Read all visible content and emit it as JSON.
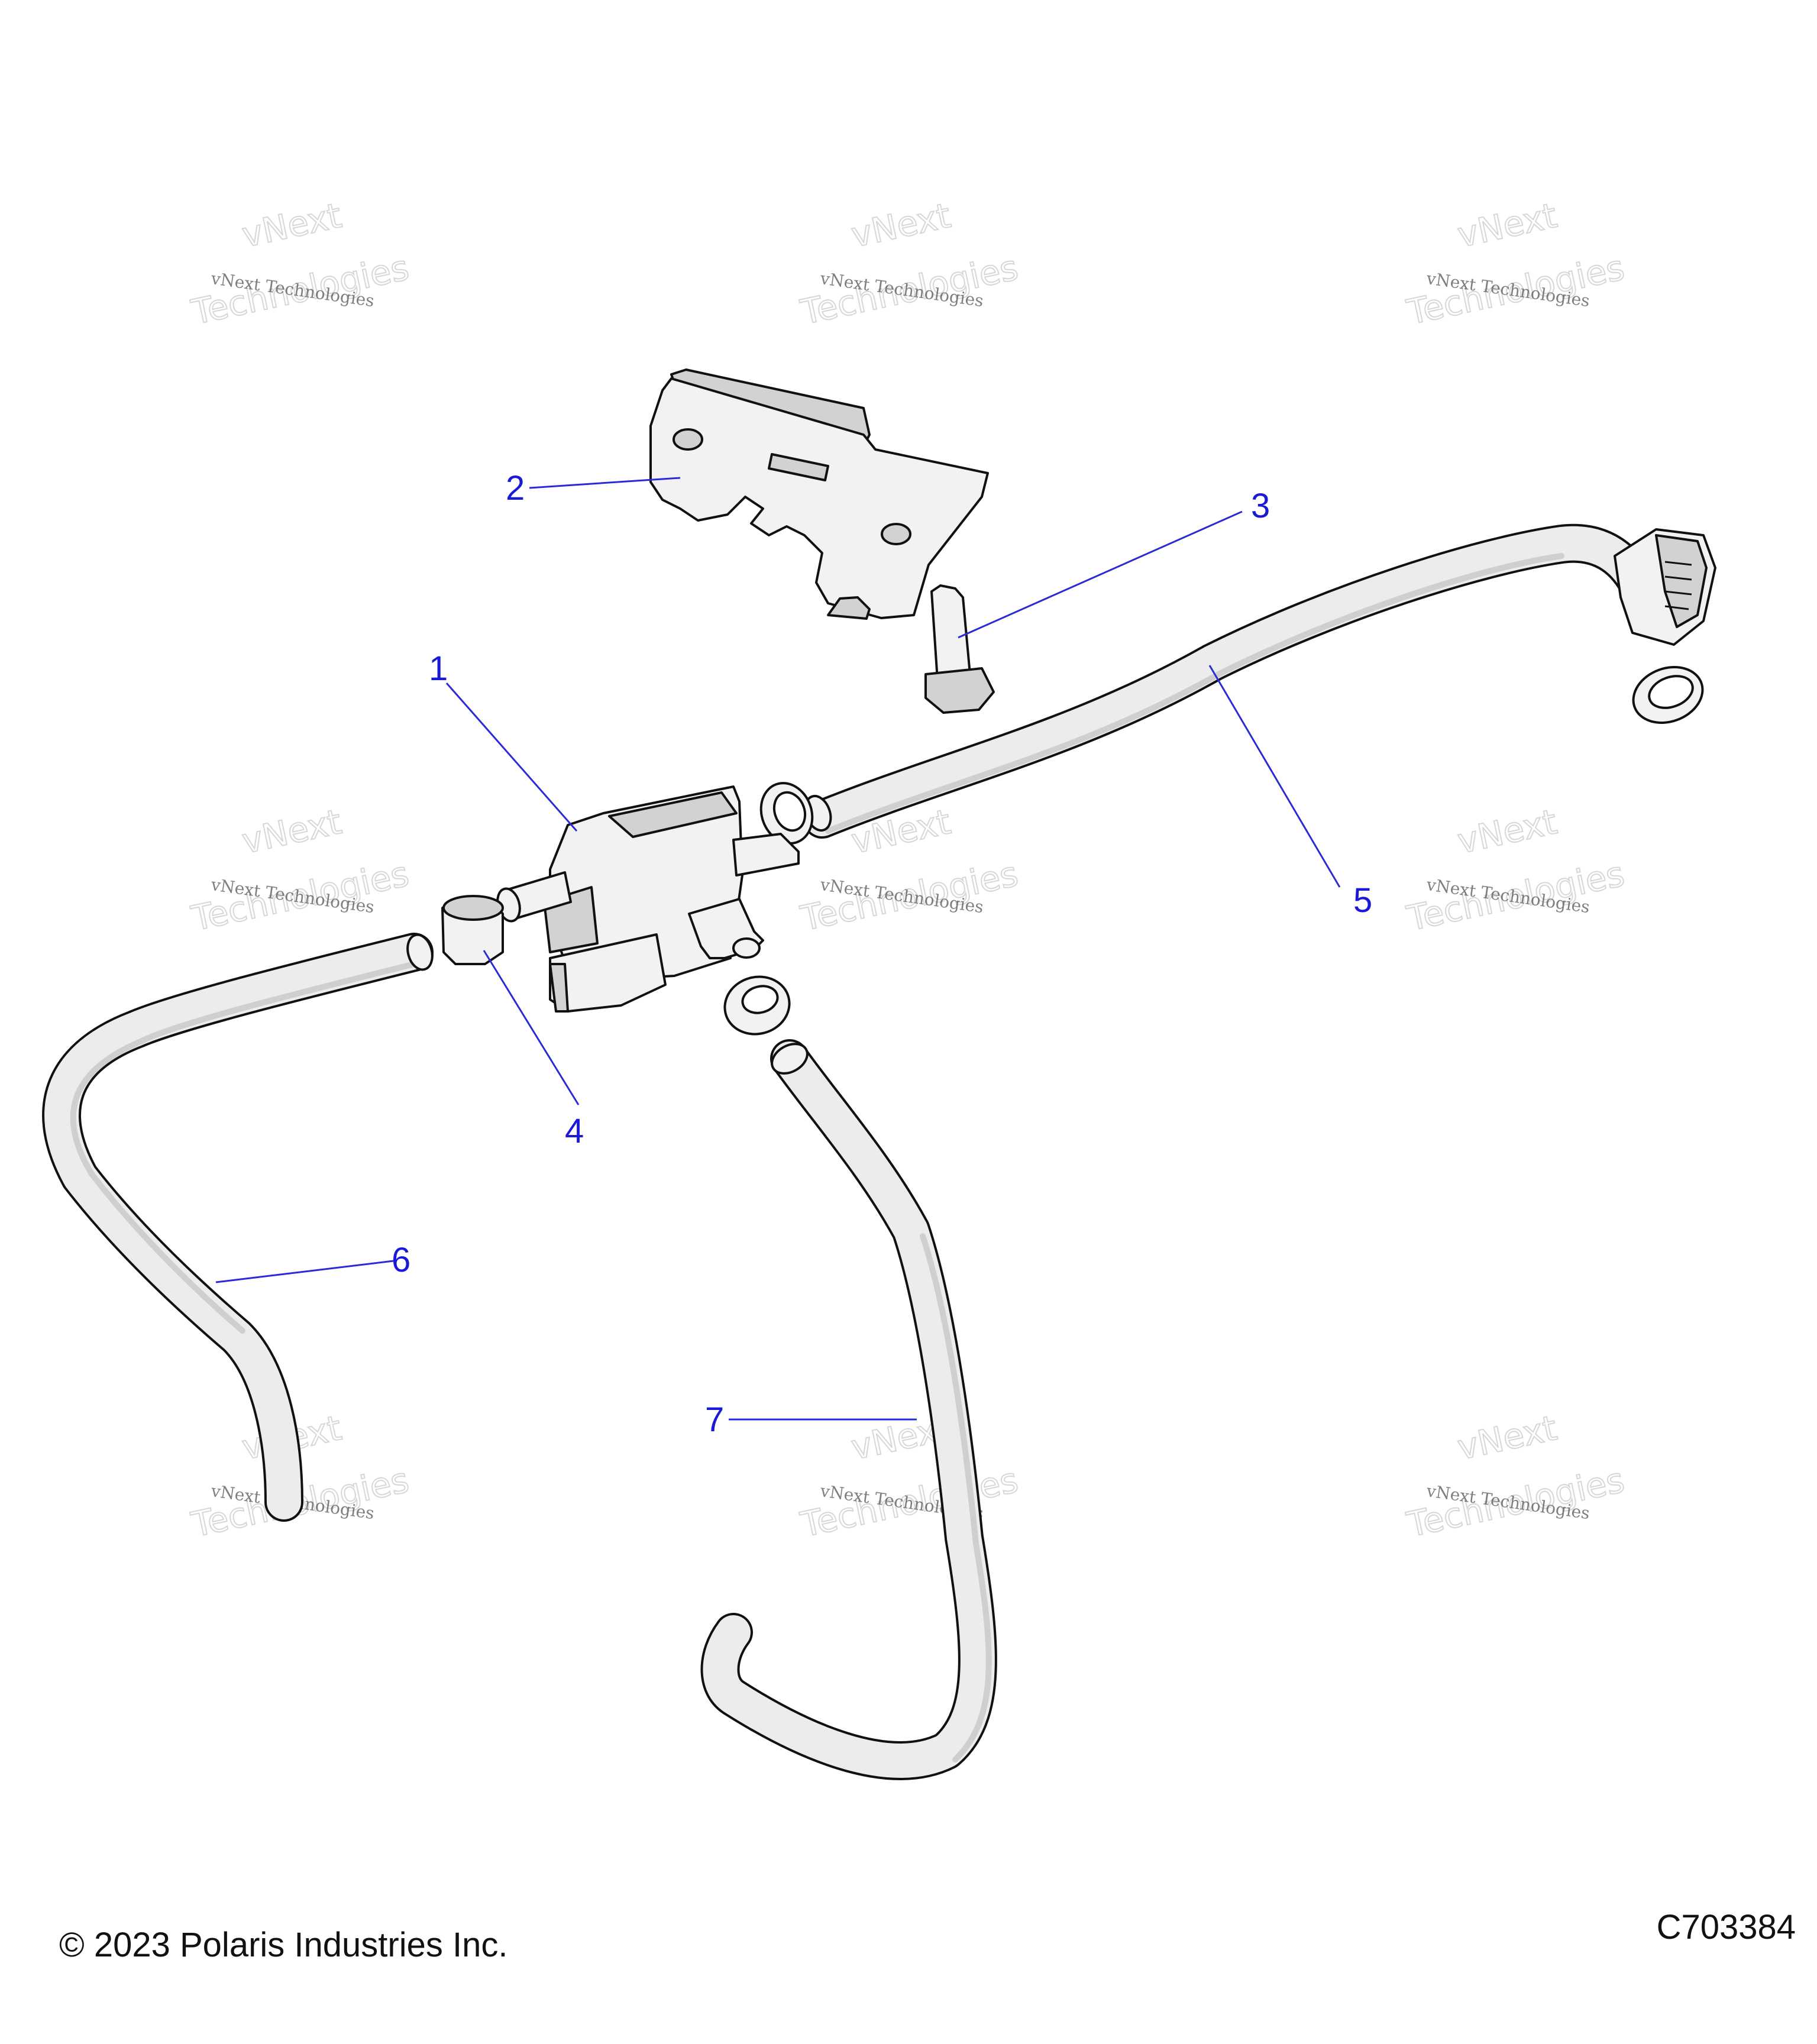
{
  "callouts": [
    {
      "id": "callout-1",
      "label": "1"
    },
    {
      "id": "callout-2",
      "label": "2"
    },
    {
      "id": "callout-3",
      "label": "3"
    },
    {
      "id": "callout-4",
      "label": "4"
    },
    {
      "id": "callout-5",
      "label": "5"
    },
    {
      "id": "callout-6",
      "label": "6"
    },
    {
      "id": "callout-7",
      "label": "7"
    }
  ],
  "watermark": {
    "line1": "vNext Technologies",
    "line2": "vNext",
    "line3": "Technologies"
  },
  "footer": {
    "copyright": "© 2023 Polaris Industries Inc.",
    "drawing_number": "C703384"
  },
  "colors": {
    "callout": "#1a1ad6",
    "line_art": "#111111",
    "background": "#ffffff"
  }
}
